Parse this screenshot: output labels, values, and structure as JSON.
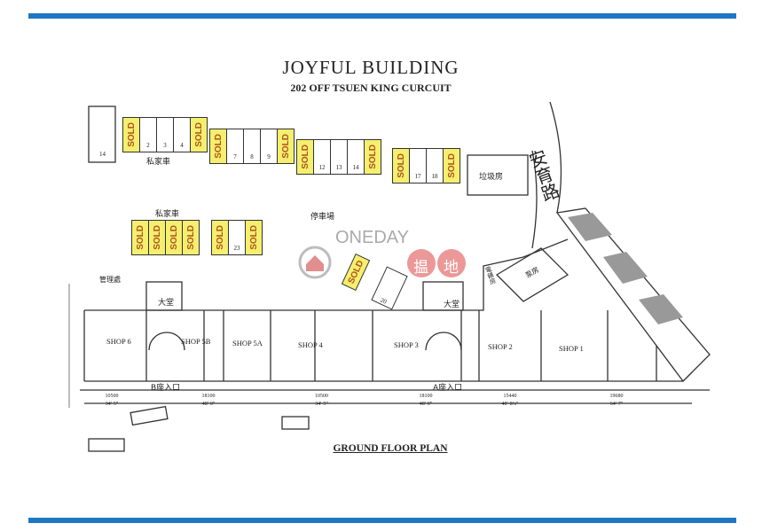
{
  "header": {
    "title": "JOYFUL BUILDING",
    "subtitle": "202 OFF TSUEN KING CURCUIT"
  },
  "footer": {
    "caption": "GROUND FLOOR PLAN"
  },
  "colors": {
    "accent_bar": "#1f77c4",
    "sold_fill": "#f4ef6e",
    "sold_text": "#b0521c"
  },
  "parking": {
    "row1": [
      [
        "SOLD",
        "2",
        "3",
        "4",
        "SOLD"
      ],
      [
        "SOLD",
        "7",
        "8",
        "9",
        "SOLD"
      ],
      [
        "SOLD",
        "12",
        "13",
        "14",
        "SOLD"
      ],
      [
        "SOLD",
        "17",
        "18",
        "SOLD"
      ]
    ],
    "row2": [
      [
        "SOLD",
        "SOLD",
        "SOLD",
        "SOLD"
      ],
      [
        "SOLD",
        "23",
        "SOLD"
      ]
    ],
    "left_space": "14",
    "angled": [
      "SOLD",
      "20"
    ]
  },
  "labels": {
    "private_car_1": "私家車",
    "private_car_2": "私家車",
    "car_park": "停車場",
    "refuse_room": "垃圾房",
    "road": "安育路",
    "management": "管理處",
    "lobby_b": "大堂",
    "lobby_a": "大堂",
    "pump_room": "泵房",
    "meter_room": "電錶房",
    "entrance_b": "B座入口",
    "entrance_a": "A座入口"
  },
  "shops": [
    "SHOP 6",
    "SHOP 5B",
    "SHOP 5A",
    "SHOP 4",
    "SHOP 3",
    "SHOP 2",
    "SHOP 1"
  ],
  "dimensions": [
    {
      "mm": "10500",
      "ft": "34'-5\""
    },
    {
      "mm": "18100",
      "ft": "48'-0\""
    },
    {
      "mm": "10500",
      "ft": "34'-5\""
    },
    {
      "mm": "18100",
      "ft": "48'-0\""
    },
    {
      "mm": "15440",
      "ft": "40'-8¼\""
    },
    {
      "mm": "19680",
      "ft": "64'-7\""
    }
  ],
  "watermark": {
    "text": "ONEDAY",
    "chars": [
      "揾",
      "地"
    ]
  }
}
